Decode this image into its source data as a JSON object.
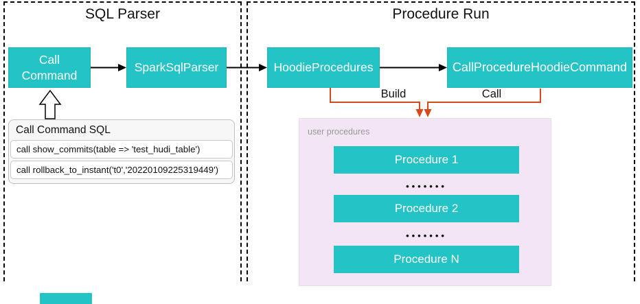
{
  "diagram": {
    "sections": [
      {
        "title": "SQL Parser"
      },
      {
        "title": "Procedure Run"
      }
    ],
    "nodes": [
      {
        "id": "call-command",
        "label": "Call Command"
      },
      {
        "id": "spark-sql-parser",
        "label": "SparkSqlParser"
      },
      {
        "id": "hoodie-procedures",
        "label": "HoodieProcedures"
      },
      {
        "id": "call-procedure-hoodie-command",
        "label": "CallProcedureHoodieCommand"
      }
    ],
    "edge_labels": {
      "build": "Build",
      "call": "Call"
    },
    "sql_panel": {
      "title": "Call Command SQL",
      "rows": [
        "call show_commits(table => 'test_hudi_table')",
        "call rollback_to_instant('t0','20220109225319449')"
      ]
    },
    "user_procedures": {
      "label": "user procedures",
      "items": [
        {
          "label": "Procedure 1"
        },
        {
          "label": "Procedure 2"
        },
        {
          "label": "Procedure N"
        }
      ],
      "ellipsis": "•••••••"
    },
    "colors": {
      "node_teal": "#23c3c6",
      "connector_orange": "#d5491d",
      "panel_pink": "#f3e5f5",
      "arrow_black": "#000000"
    }
  }
}
